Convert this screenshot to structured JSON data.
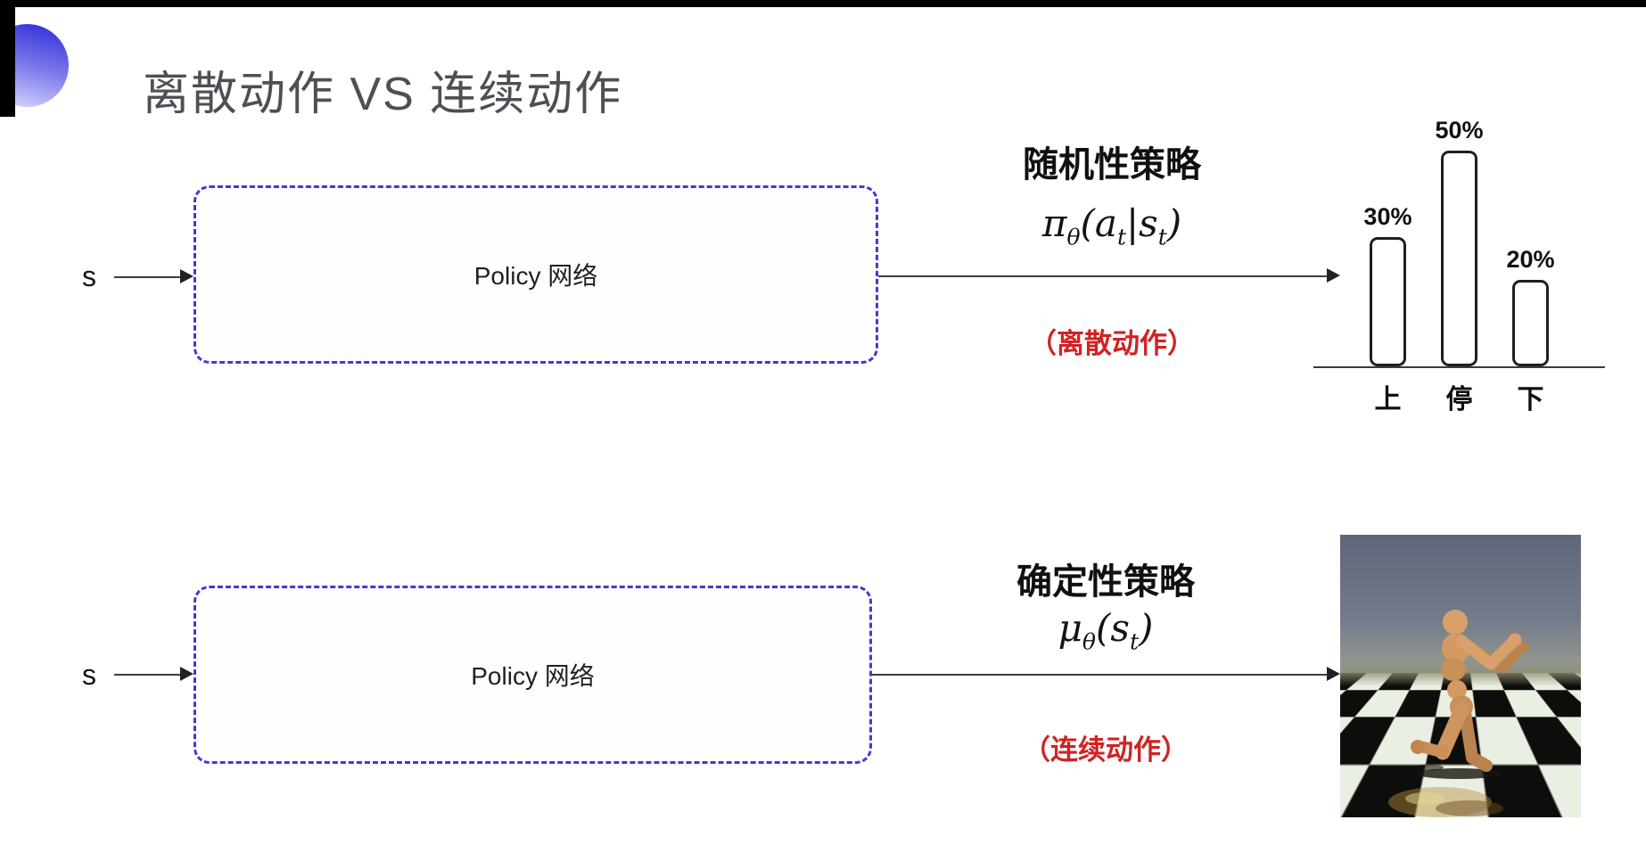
{
  "slide": {
    "title": "离散动作 VS 连续动作"
  },
  "rows": [
    {
      "input_label": "s",
      "box_label": "Policy 网络",
      "policy_name": "随机性策略",
      "formula": {
        "f1": "π",
        "s1": "θ",
        "f2": "(a",
        "s2": "t",
        "f3": "|s",
        "s3": "t",
        "f4": ")"
      },
      "formula_text": "πθ(at|st)",
      "action_type": "（离散动作）"
    },
    {
      "input_label": "s",
      "box_label": "Policy 网络",
      "policy_name": "确定性策略",
      "formula": {
        "f1": "μ",
        "s1": "θ",
        "f2": "(s",
        "s2": "t",
        "f3": ")"
      },
      "formula_text": "μθ(st)",
      "action_type": "（连续动作）"
    }
  ],
  "chart_data": {
    "type": "bar",
    "title": "",
    "categories": [
      "上",
      "停",
      "下"
    ],
    "values": [
      30,
      50,
      20
    ],
    "value_labels": [
      "30%",
      "50%",
      "20%"
    ],
    "unit": "%",
    "xlabel": "",
    "ylabel": "",
    "ylim": [
      0,
      60
    ],
    "grid": false,
    "legend": false,
    "bar_style": "outlined rounded bars, white fill, black border"
  },
  "simulation_image": {
    "name": "humanoid-robot-on-checkerboard",
    "sky_color": "#6b7283",
    "floor_light": "#e9efe2",
    "floor_dark": "#0d0d0b",
    "robot_color": "#d39a67"
  },
  "colors": {
    "accent_blue": "#3d3bd3",
    "red_text": "#cf2323",
    "title_gray": "#4e4e55",
    "text_black": "#141414"
  }
}
